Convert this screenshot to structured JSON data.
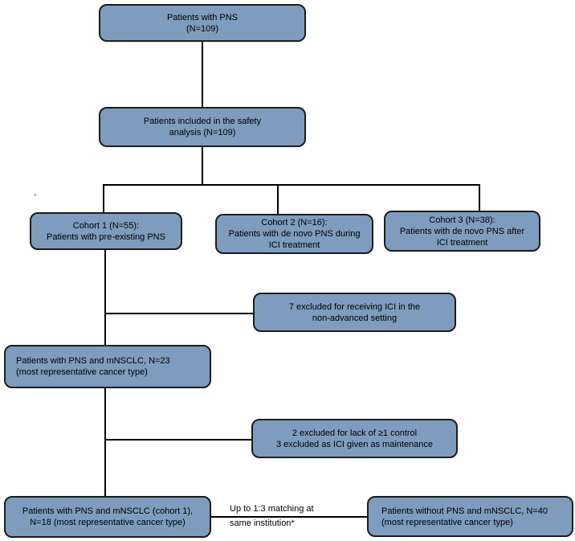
{
  "diagram": {
    "title": "Patient flow diagram",
    "colors": {
      "box_fill": "#7e9cbd",
      "box_border": "#1c1c1c",
      "connector": "#000000",
      "text": "#000000",
      "background": "#ffffff"
    },
    "boxes": {
      "pns_total": {
        "lines": [
          "Patients with PNS",
          "(N=109)"
        ]
      },
      "safety_analysis": {
        "lines": [
          "Patients included in the safety",
          "analysis (N=109)"
        ]
      },
      "cohort1": {
        "lines": [
          "Cohort 1 (N=55):",
          "Patients with pre-existing PNS"
        ]
      },
      "cohort2": {
        "lines": [
          "Cohort 2 (N=16):",
          "Patients with de novo PNS during",
          "ICI treatment"
        ]
      },
      "cohort3": {
        "lines": [
          "Cohort 3 (N=38):",
          "Patients with de novo PNS after",
          "ICI treatment"
        ]
      },
      "excluded_non_advanced": {
        "lines": [
          "7 excluded for receiving ICI in the",
          "non-advanced setting"
        ]
      },
      "pns_mnsclc_23": {
        "lines": [
          "Patients with PNS and mNSCLC, N=23",
          "(most representative cancer type)"
        ]
      },
      "excluded_control_maintenance": {
        "lines": [
          "2 excluded for lack of ≥1 control",
          "3 excluded as ICI given as maintenance"
        ]
      },
      "pns_mnsclc_18": {
        "lines": [
          "Patients with PNS and mNSCLC (cohort 1),",
          "N=18 (most representative cancer type)"
        ]
      },
      "no_pns_mnsclc_40": {
        "lines": [
          "Patients without PNS and mNSCLC, N=40",
          "(most representative cancer type)"
        ]
      }
    },
    "edge_label": {
      "lines": [
        "Up to 1:3 matching at",
        "same institution*"
      ]
    }
  }
}
